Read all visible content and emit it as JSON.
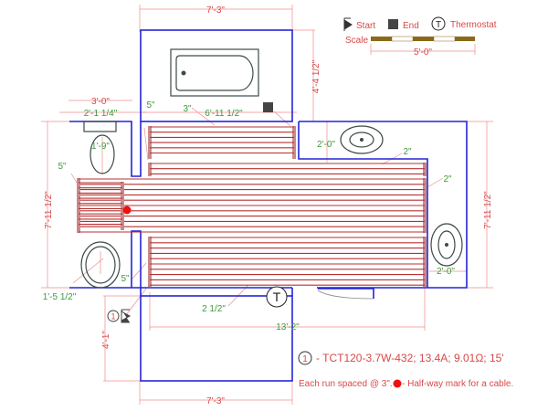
{
  "legend": {
    "start": "Start",
    "end": "End",
    "thermostat_symbol": "T",
    "thermostat": "Thermostat",
    "scale": "Scale",
    "scale_length": "5'-0\""
  },
  "dimensions": {
    "top_width": "7'-3\"",
    "top_height": "4'-4 1/2\"",
    "left_width": "3'-0\"",
    "left_inner_width": "2'-1 1/4\"",
    "top_offset_5": "5\"",
    "top_offset_3": "3\"",
    "top_run_length": "6'-11 1/2\"",
    "toilet_clear": "1'-9\"",
    "left_offset_5": "5\"",
    "left_height": "7'-11 1/2\"",
    "right_height": "7'-11 1/2\"",
    "vanity_depth": "2'-0\"",
    "right_offset_2a": "2\"",
    "right_offset_2b": "2\"",
    "sink_clear": "2'-0\"",
    "lower_offset_5": "5\"",
    "toilet_offset": "1'-5 1/2\"",
    "bottom_offset": "2 1/2\"",
    "main_run_length": "13'-2\"",
    "bottom_room_height": "4'-1\"",
    "bottom_width": "7'-3\""
  },
  "cable": {
    "number": "1",
    "spec": "- TCT120-3.7W-432; 13.4A; 9.01Ω; 15'"
  },
  "notes": {
    "spacing": "Each run spaced @ 3\".",
    "halfway": "- Half-way mark for a cable."
  },
  "colors": {
    "wall": "#2424d8",
    "dimension": "#d94848",
    "offset": "#3b9b3b",
    "cable": "#b83030",
    "halfway_mark": "#ee1111"
  }
}
